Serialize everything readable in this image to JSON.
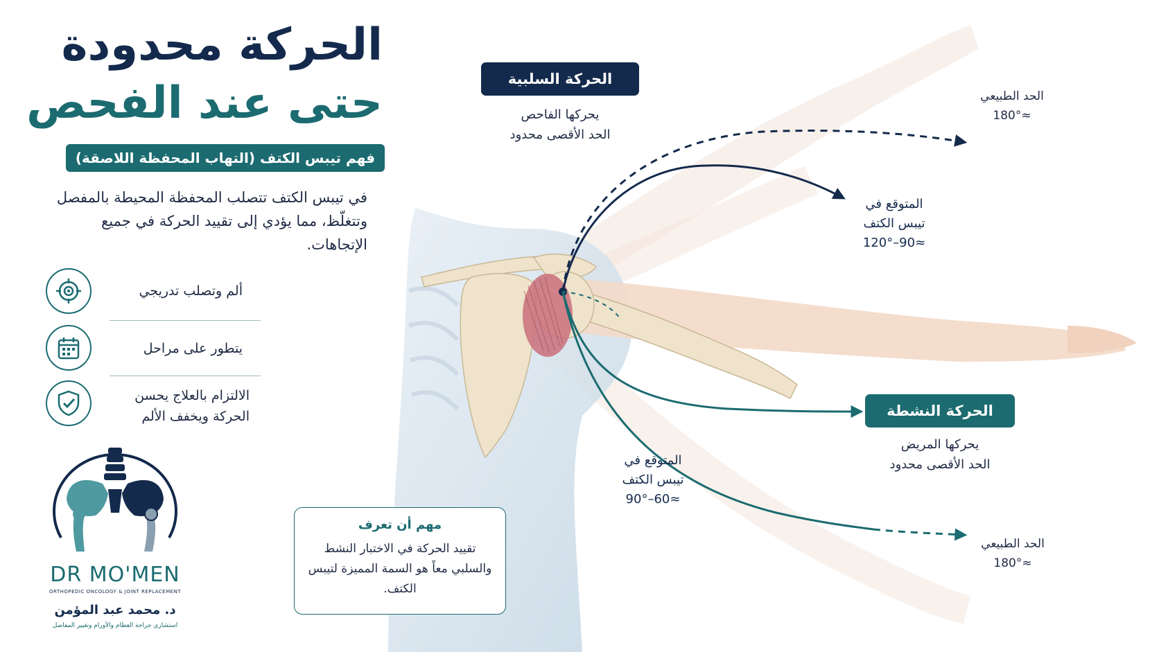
{
  "header": {
    "title_line1": "الحركة محدودة",
    "title_line2": "حتى عند الفحص",
    "subtitle": "فهم تيبس الكتف (التهاب المحفظة اللاصقة)"
  },
  "intro_text": "في تيبس الكتف تتصلب المحفظة المحيطة بالمفصل وتتغلّظ، مما يؤدي إلى تقييد الحركة في جميع الإتجاهات.",
  "features": [
    {
      "icon": "target-icon",
      "text": "ألم وتصلب تدريجي"
    },
    {
      "icon": "calendar-icon",
      "text": "يتطور على مراحل"
    },
    {
      "icon": "shield-check-icon",
      "text": "الالتزام بالعلاج يحسن الحركة ويخفف الألم"
    }
  ],
  "passive_motion": {
    "label": "الحركة السلبية",
    "line1": "يحركها الفاحص",
    "line2": "الحد الأقصى محدود"
  },
  "active_motion": {
    "label": "الحركة النشطة",
    "line1": "يحركها المريض",
    "line2": "الحد الأقصى محدود"
  },
  "normal_limit_top": {
    "label": "الحد الطبيعي",
    "value": "≈180°"
  },
  "expected_passive": {
    "line1": "المتوقع في",
    "line2": "تيبس الكتف",
    "value": "≈90–120°"
  },
  "expected_active": {
    "line1": "المتوقع في",
    "line2": "تيبس الكتف",
    "value": "≈60–90°"
  },
  "normal_limit_bottom": {
    "label": "الحد الطبيعي",
    "value": "≈180°"
  },
  "note": {
    "title": "مهم أن تعرف",
    "body": "تقييد الحركة في الاختبار النشط والسلبي معاً هو السمة المميزة لتيبس الكتف."
  },
  "logo": {
    "name": "DR MO'MEN",
    "tagline": "ORTHOPEDIC ONCOLOGY & JOINT REPLACEMENT",
    "arabic_name": "د. محمد عبد المؤمن",
    "arabic_title": "استشاري جراحة العظام والأورام وتغيير المفاصل"
  },
  "colors": {
    "navy": "#142a4c",
    "teal": "#1b6b70",
    "capsule": "#c9707a",
    "bone": "#efe3cc",
    "skin": "#f3d9c8"
  }
}
